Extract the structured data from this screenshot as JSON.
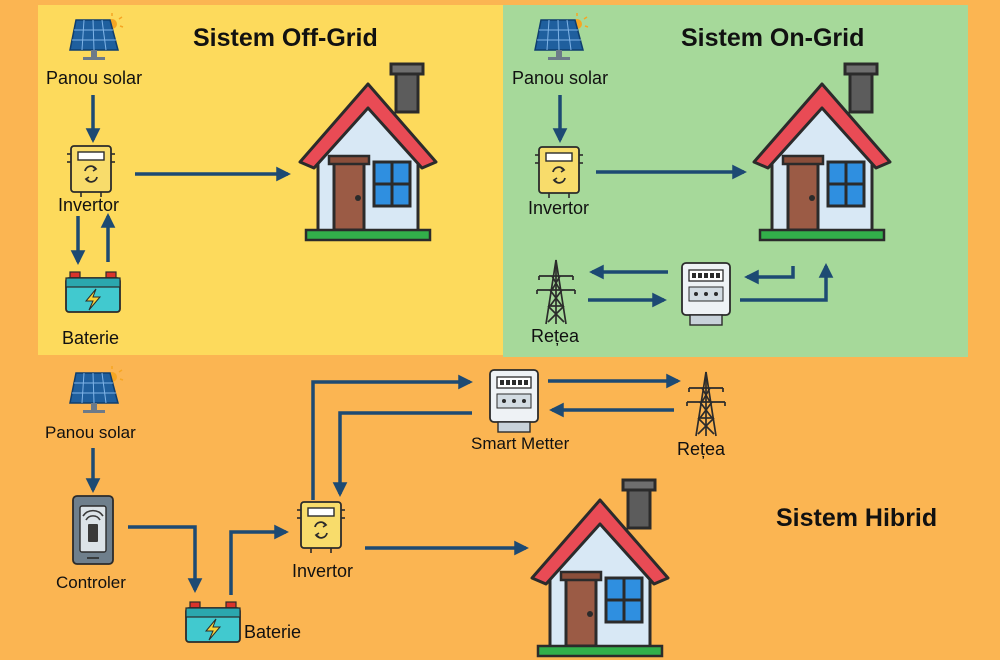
{
  "offgrid": {
    "title": "Sistem Off-Grid",
    "solar_label": "Panou solar",
    "inverter_label": "Invertor",
    "battery_label": "Baterie"
  },
  "ongrid": {
    "title": "Sistem On-Grid",
    "solar_label": "Panou solar",
    "inverter_label": "Invertor",
    "grid_label": "Rețea"
  },
  "hybrid": {
    "title": "Sistem Hibrid",
    "solar_label": "Panou solar",
    "controller_label": "Controler",
    "battery_label": "Baterie",
    "inverter_label": "Invertor",
    "meter_label": "Smart Metter",
    "grid_label": "Rețea"
  },
  "colors": {
    "background": "#FBB552",
    "offgrid_panel": "#FDDA5C",
    "ongrid_panel": "#A6D99A",
    "arrow": "#1D4A73",
    "roof": "#E94B55",
    "house_wall": "#D8E8F5",
    "door": "#9B5B45",
    "window": "#2F8FE0"
  }
}
